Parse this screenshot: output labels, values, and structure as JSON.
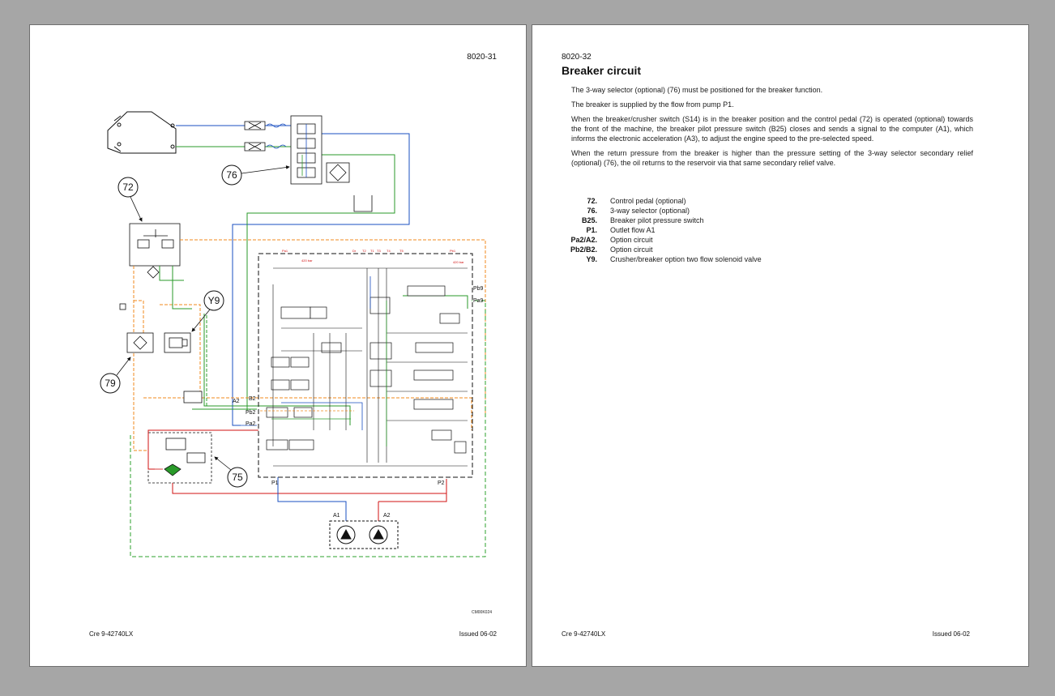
{
  "left_page": {
    "page_number": "8020-31",
    "diagram_code": "CM00K024",
    "footer_left": "Cre  9-42740LX",
    "footer_right": "Issued 06-02",
    "callouts": {
      "c72": "72",
      "c76": "76",
      "cY9": "Y9",
      "c79": "79",
      "c75": "75"
    },
    "labels": {
      "pbg": "Pb9",
      "pag": "Pa9",
      "a2_side": "A2",
      "b2": "B2",
      "pb2": "Pb2",
      "pa2": "Pa2",
      "p1": "P1",
      "p2": "P2",
      "a1_pump": "A1",
      "a2_pump": "A2"
    }
  },
  "right_page": {
    "page_number": "8020-32",
    "title": "Breaker circuit",
    "paragraphs": [
      "The 3-way selector (optional) (76) must be positioned for the breaker function.",
      "The breaker is supplied by the flow from pump P1.",
      "When the breaker/crusher switch (S14) is in the breaker position and the control pedal (72) is operated (optional) towards the front of the machine, the breaker pilot pressure switch (B25) closes and sends a signal to the computer (A1), which informs the electronic acceleration (A3), to adjust the engine speed to the pre-selected speed.",
      "When the return pressure from the breaker is higher than the pressure setting of the 3-way selector secondary relief (optional) (76), the oil returns to the reservoir via that same secondary relief valve."
    ],
    "legend": [
      {
        "key": "72.",
        "desc": "Control pedal (optional)"
      },
      {
        "key": "76.",
        "desc": "3-way selector (optional)"
      },
      {
        "key": "B25.",
        "desc": "Breaker pilot pressure switch"
      },
      {
        "key": "P1.",
        "desc": "Outlet flow A1"
      },
      {
        "key": "Pa2/A2.",
        "desc": "Option circuit"
      },
      {
        "key": "Pb2/B2.",
        "desc": "Option circuit"
      },
      {
        "key": "Y9.",
        "desc": "Crusher/breaker option two flow solenoid valve"
      }
    ],
    "footer_left": "Cre  9-42740LX",
    "footer_right": "Issued 06-02"
  },
  "colors": {
    "background": "#a6a6a6",
    "pressure_line": "#d01010",
    "return_line_blue": "#1a4fc0",
    "pilot_line_green": "#2a9a2a",
    "drain_line_orange": "#f08a1e",
    "dashed_green": "#2ea02e"
  }
}
